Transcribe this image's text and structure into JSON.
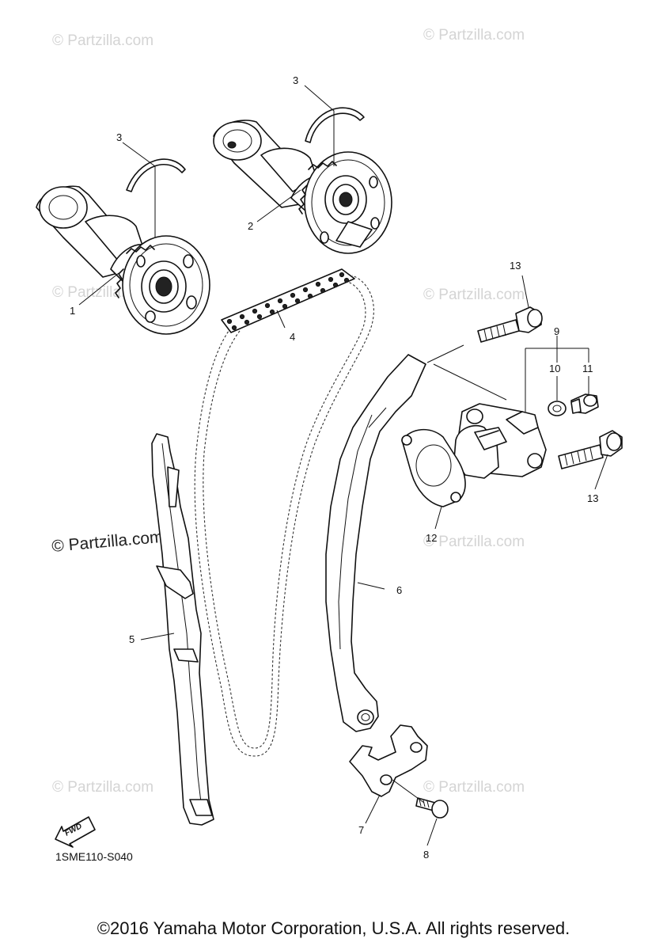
{
  "watermarks": {
    "small": "© Partzilla.com",
    "big": "© Partzilla.com"
  },
  "parts": [
    {
      "ref": "1",
      "name": "camshaft-intake"
    },
    {
      "ref": "2",
      "name": "camshaft-exhaust"
    },
    {
      "ref": "3",
      "name": "clip-left"
    },
    {
      "ref": "3",
      "name": "clip-right"
    },
    {
      "ref": "4",
      "name": "cam-chain"
    },
    {
      "ref": "5",
      "name": "chain-guide"
    },
    {
      "ref": "6",
      "name": "tensioner-guide"
    },
    {
      "ref": "7",
      "name": "guide-stopper"
    },
    {
      "ref": "8",
      "name": "stopper-bolt"
    },
    {
      "ref": "9",
      "name": "tensioner-assy"
    },
    {
      "ref": "10",
      "name": "gasket-washer"
    },
    {
      "ref": "11",
      "name": "tensioner-cap-bolt"
    },
    {
      "ref": "12",
      "name": "tensioner-gasket"
    },
    {
      "ref": "13",
      "name": "bolt-upper"
    },
    {
      "ref": "13",
      "name": "bolt-lower"
    }
  ],
  "fwd_label": "FWD",
  "diagram_code": "1SME110-S040",
  "copyright": "©2016 Yamaha Motor Corporation, U.S.A. All rights reserved.",
  "colors": {
    "watermark": "#d4d4d4",
    "ink": "#111111"
  }
}
